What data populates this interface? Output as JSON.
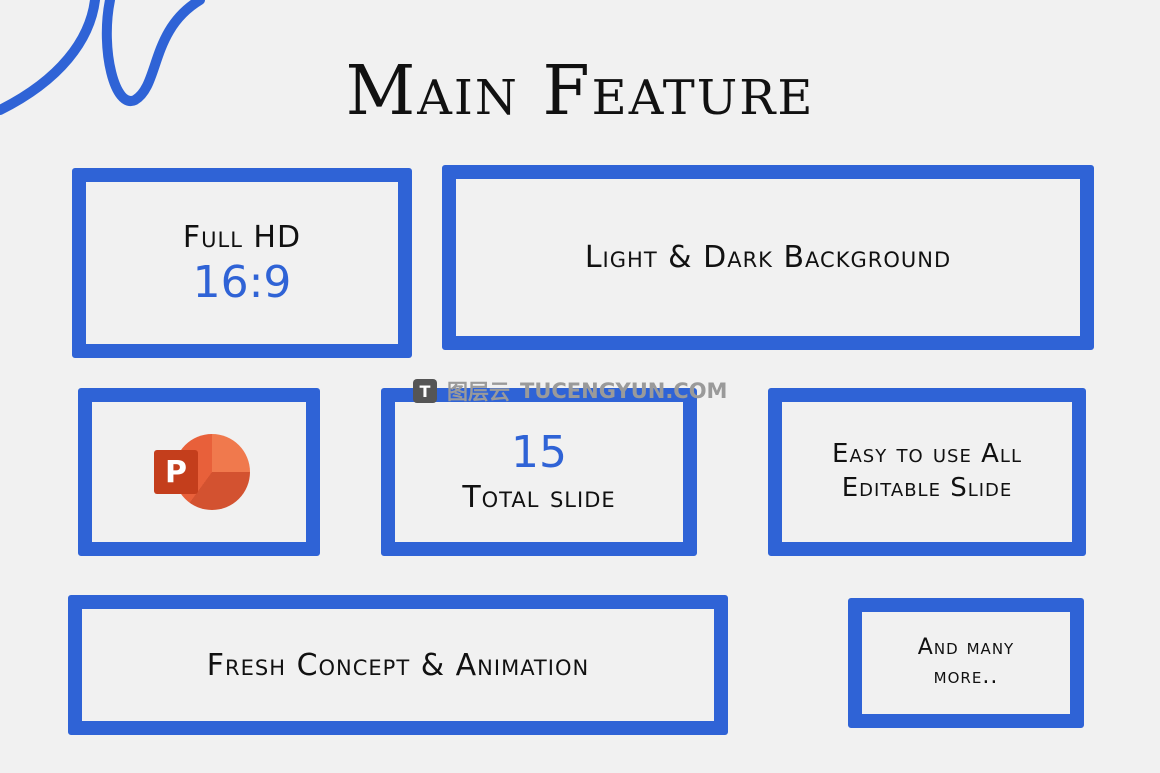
{
  "title": "Main Feature",
  "watermark": {
    "cn": "图层云",
    "text": "TUCENGYUN.COM",
    "logo_letter": "T"
  },
  "boxes": {
    "fullhd": {
      "line1": "Full HD",
      "line2": "16:9"
    },
    "background": {
      "label": "Light & Dark Background"
    },
    "powerpoint": {
      "letter": "P"
    },
    "slides": {
      "count": "15",
      "label": "Total slide"
    },
    "editable": {
      "line1": "Easy to use All",
      "line2": "Editable Slide"
    },
    "concept": {
      "label": "Fresh Concept & Animation"
    },
    "more": {
      "line1": "And many",
      "line2": "more.."
    }
  },
  "colors": {
    "accent": "#2f63d6",
    "background": "#f1f1f1"
  }
}
